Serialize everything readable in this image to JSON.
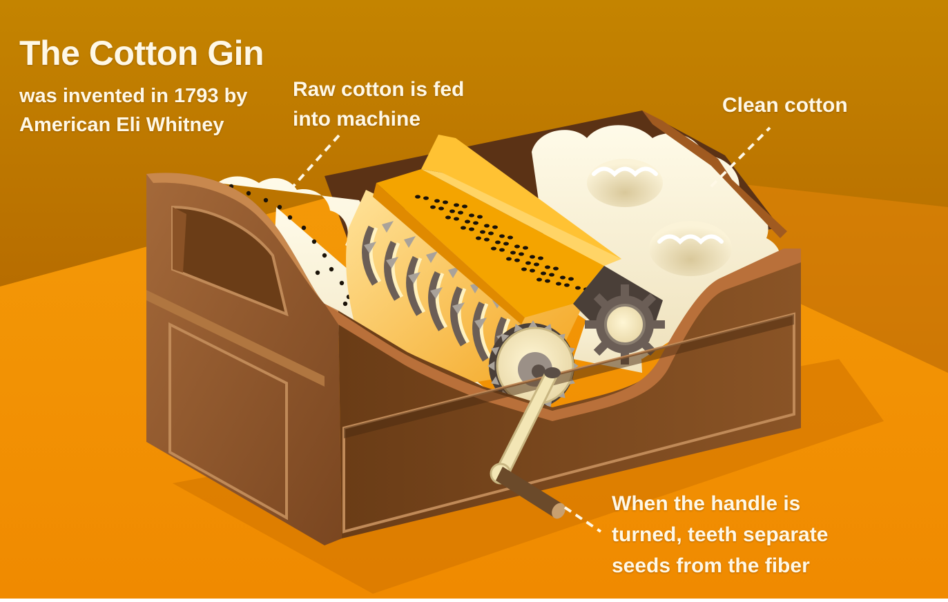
{
  "title": "The Cotton Gin",
  "subtitle_lines": [
    "was invented in 1793 by",
    "American Eli Whitney"
  ],
  "callouts": {
    "raw_cotton": [
      "Raw cotton is fed",
      "into machine"
    ],
    "clean_cotton": [
      "Clean cotton"
    ],
    "handle": [
      "When the handle is",
      "turned, teeth separate",
      "seeds from the fiber"
    ]
  },
  "colors": {
    "background_top": "#c07a00",
    "background_floor": "#f09000",
    "wood_dark": "#5a3414",
    "wood_mid": "#8a5224",
    "wood_light": "#b57a44",
    "cotton": "#fbf3d8",
    "roller_yellow": "#ffb300",
    "label_text": "#fff8e6"
  }
}
